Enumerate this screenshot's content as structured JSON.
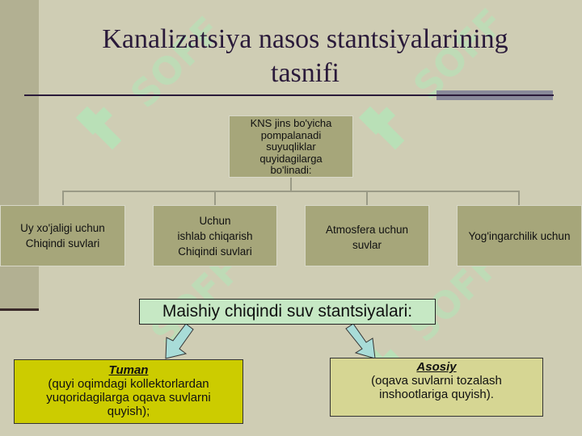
{
  "slide": {
    "title": "Kanalizatsiya nasos stantsiyalarining\ntasnifi"
  },
  "watermark": {
    "text": "SOFF"
  },
  "diagram": {
    "root": "KNS jins bo'yicha\npompalanadi\nsuyuqliklar\nquyidagilarga\nbo'linadi:",
    "children": [
      "Uy xo'jaligi uchun\nChiqindi suvlari",
      "Uchun\nishlab chiqarish\nChiqindi suvlari",
      "Atmosfera uchun\nsuvlar",
      "Yog'ingarchilik uchun"
    ]
  },
  "maishiy": {
    "label": "Maishiy chiqindi suv stantsiyalari:"
  },
  "types": [
    {
      "head": "Tuman",
      "body": "(quyi oqimdagi kollektorlardan\nyuqoridagilarga oqava suvlarni\nquyish);"
    },
    {
      "head": "Asosiy",
      "body": "(oqava suvlarni tozalash\n    inshootlariga quyish)."
    }
  ],
  "colors": {
    "background": "#cfcdb4",
    "band": "#b2b092",
    "box": "#a6a67a",
    "maishiy_box": "#c6e8c4",
    "yellow_box": "#cccc00",
    "asosiy_box": "#d6d693",
    "arrow": "#a8dcd8",
    "watermark": "#b9e0b7"
  }
}
